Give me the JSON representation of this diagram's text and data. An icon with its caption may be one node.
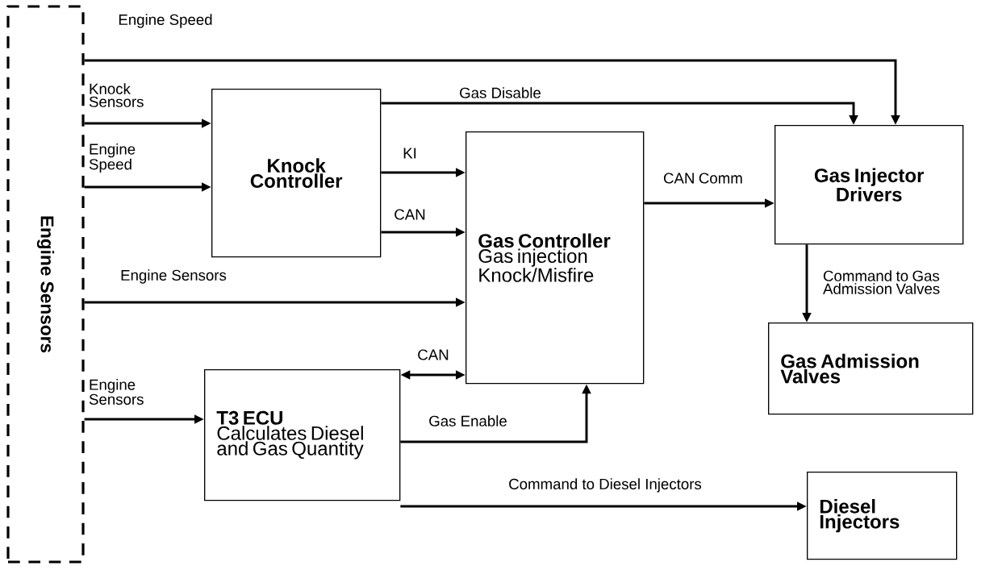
{
  "diagram": {
    "nodes": [
      {
        "text": [
          "Engine Sensors"
        ]
      },
      {
        "text": [
          "Knock Controller"
        ]
      },
      {
        "text": [
          "Gas Controller",
          "Gas injection Knock/Misfire"
        ]
      },
      {
        "text": [
          "Gas Injector Drivers"
        ]
      },
      {
        "text": [
          "Gas Admission Valves"
        ]
      },
      {
        "text": [
          "T3 ECU",
          "Calculates Diesel and Gas Quantity"
        ]
      },
      {
        "text": [
          "Diesel Injectors"
        ]
      }
    ],
    "edges": [
      {
        "from": 0,
        "to": 3,
        "arrow": "to",
        "label": "Engine Speed"
      },
      {
        "from": 0,
        "to": 1,
        "arrow": "to",
        "label": "Knock Sensors"
      },
      {
        "from": 0,
        "to": 1,
        "arrow": "to",
        "label": "Engine Speed"
      },
      {
        "from": 1,
        "to": 3,
        "arrow": "to",
        "label": "Gas Disable"
      },
      {
        "from": 1,
        "to": 2,
        "arrow": "to",
        "label": "KI"
      },
      {
        "from": 1,
        "to": 2,
        "arrow": "to",
        "label": "CAN"
      },
      {
        "from": 0,
        "to": 2,
        "arrow": "to",
        "label": "Engine Sensors"
      },
      {
        "from": 5,
        "to": 2,
        "arrow": "both",
        "label": "CAN"
      },
      {
        "from": 0,
        "to": 5,
        "arrow": "to",
        "label": "Engine Sensors"
      },
      {
        "from": 5,
        "to": 2,
        "arrow": "to",
        "label": "Gas Enable"
      },
      {
        "from": 2,
        "to": 3,
        "arrow": "to",
        "label": "CAN Comm"
      },
      {
        "from": 3,
        "to": 4,
        "arrow": "to",
        "label": "Command to Gas Admission Valves"
      },
      {
        "from": 5,
        "to": 6,
        "arrow": "to",
        "label": "Command to Diesel Injectors"
      }
    ]
  }
}
